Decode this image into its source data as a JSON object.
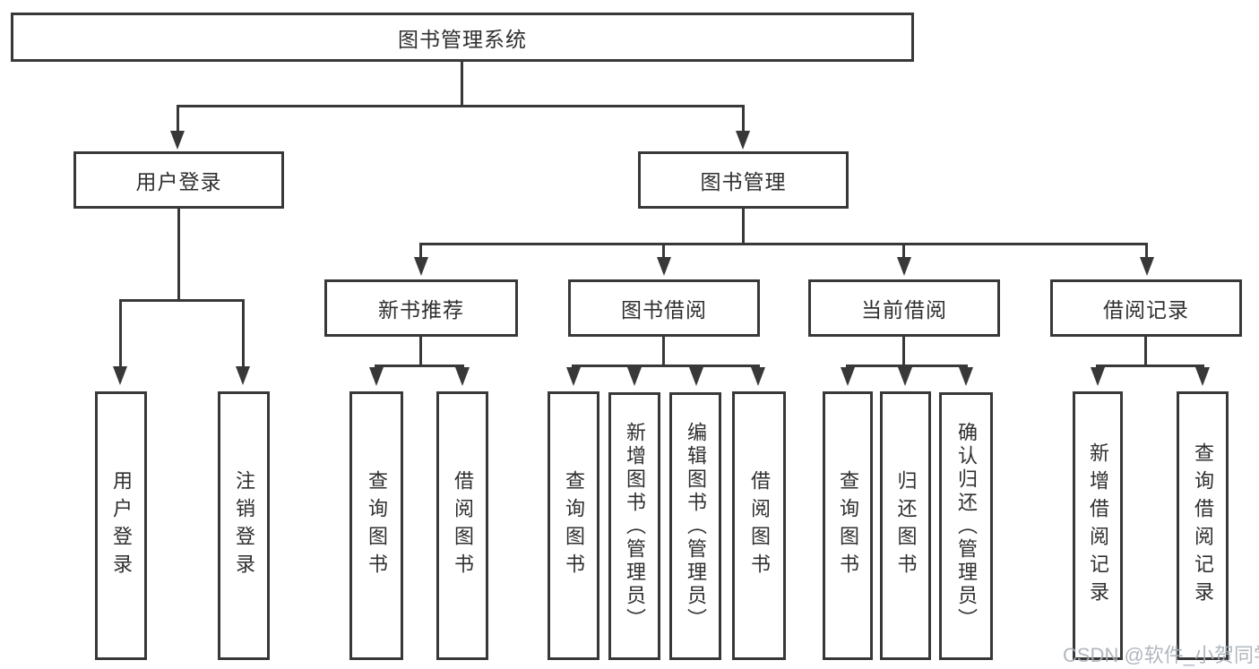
{
  "colors": {
    "line": "#383838",
    "text": "#2f2f2f",
    "watermark": "#a9b0b9"
  },
  "watermark": "CSDN @软件_小贺同学",
  "nodes": {
    "root": "图书管理系统",
    "user_login": "用户登录",
    "book_management": "图书管理",
    "new_book_recommend": "新书推荐",
    "book_borrow": "图书借阅",
    "current_borrow": "当前借阅",
    "borrow_records": "借阅记录",
    "leaf_user_login": "用户登录",
    "leaf_logout": "注销登录",
    "leaf_query_book_a": "查询图书",
    "leaf_borrow_book_a": "借阅图书",
    "leaf_query_book_b": "查询图书",
    "leaf_add_book_admin": "新增图书（管理员）",
    "leaf_edit_book_admin": "编辑图书（管理员）",
    "leaf_borrow_book_b": "借阅图书",
    "leaf_query_book_c": "查询图书",
    "leaf_return_book": "归还图书",
    "leaf_confirm_return_admin": "确认归还（管理员）",
    "leaf_add_borrow_record": "新增借阅记录",
    "leaf_query_borrow_record": "查询借阅记录"
  }
}
